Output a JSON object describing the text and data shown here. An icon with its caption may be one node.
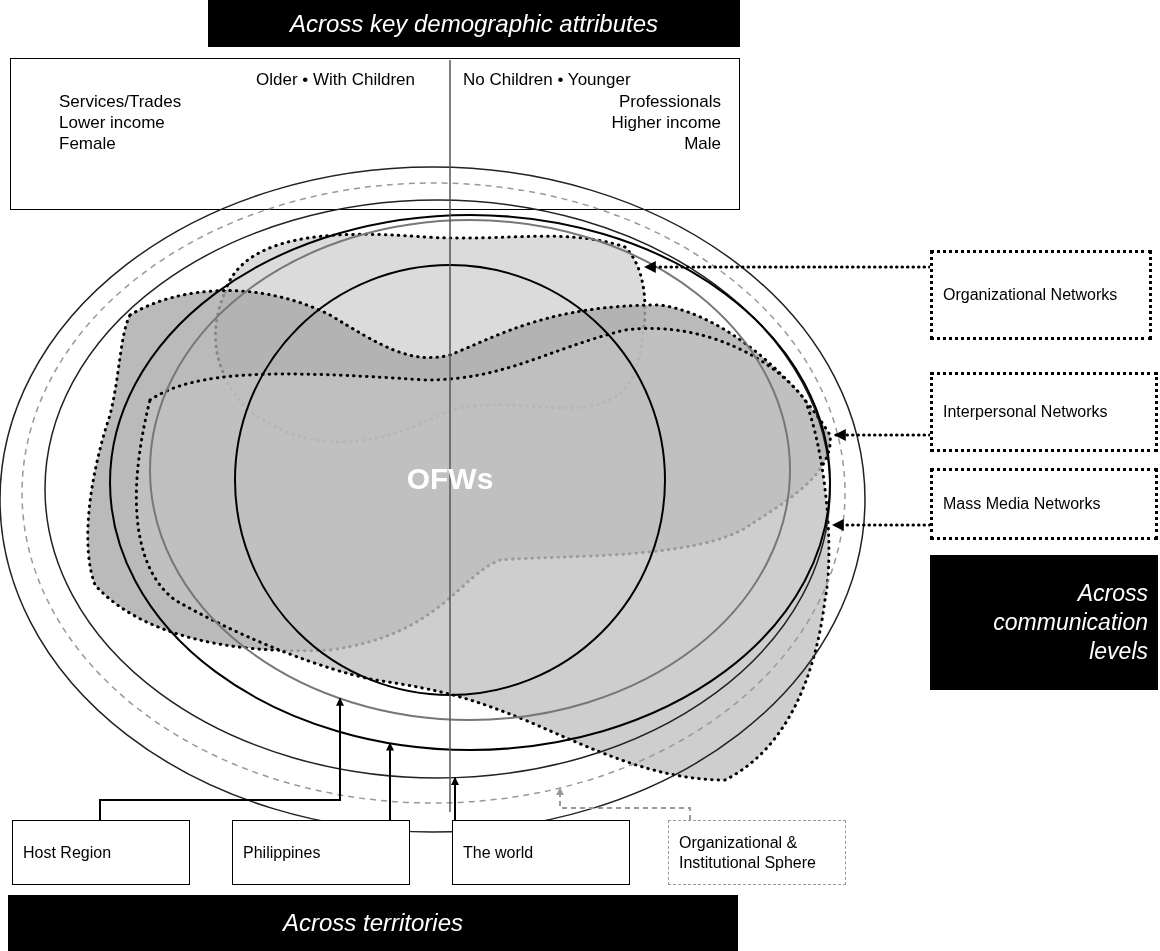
{
  "diagram": {
    "nodes": [
      {
        "text": [
          "Across key demographic attributes"
        ]
      },
      {
        "text": [
          "Older • With Children",
          "No Children • Younger",
          "Services/Trades Lower income Female",
          "Professionals Higher income Male"
        ]
      },
      {
        "text": [],
        "shape": "ellipse"
      },
      {
        "text": [],
        "shape": "ellipse",
        "in": 2
      },
      {
        "text": [],
        "shape": "ellipse",
        "in": 3
      },
      {
        "text": [],
        "shape": "ellipse",
        "in": 4
      },
      {
        "text": [],
        "shape": "circle",
        "in": 5
      },
      {
        "text": [
          "OFWs"
        ],
        "in": 6
      },
      {
        "text": [],
        "shape": "blob",
        "in": 6
      },
      {
        "text": [],
        "shape": "blob",
        "in": 5
      },
      {
        "text": [],
        "shape": "blob",
        "in": 4
      },
      {
        "text": [
          "Organizational Networks"
        ]
      },
      {
        "text": [
          "Interpersonal Networks"
        ]
      },
      {
        "text": [
          "Mass Media Networks"
        ]
      },
      {
        "text": [
          "Across communication levels"
        ]
      },
      {
        "text": [
          "Host Region"
        ]
      },
      {
        "text": [
          "Philippines"
        ]
      },
      {
        "text": [
          "The world"
        ]
      },
      {
        "text": [
          "Organizational & Institutional Sphere"
        ]
      },
      {
        "text": [
          "Across territories"
        ]
      }
    ],
    "edges": [
      {
        "from": 11,
        "to": 8,
        "arrow": "to",
        "style": "dashed"
      },
      {
        "from": 12,
        "to": 9,
        "arrow": "to",
        "style": "dashed"
      },
      {
        "from": 13,
        "to": 10,
        "arrow": "to",
        "style": "dashed"
      },
      {
        "from": 15,
        "to": 6,
        "arrow": "to"
      },
      {
        "from": 16,
        "to": 5,
        "arrow": "to"
      },
      {
        "from": 17,
        "to": 4,
        "arrow": "to"
      },
      {
        "from": 18,
        "to": 3,
        "arrow": "to",
        "style": "dashed",
        "color": "#999999"
      }
    ]
  }
}
